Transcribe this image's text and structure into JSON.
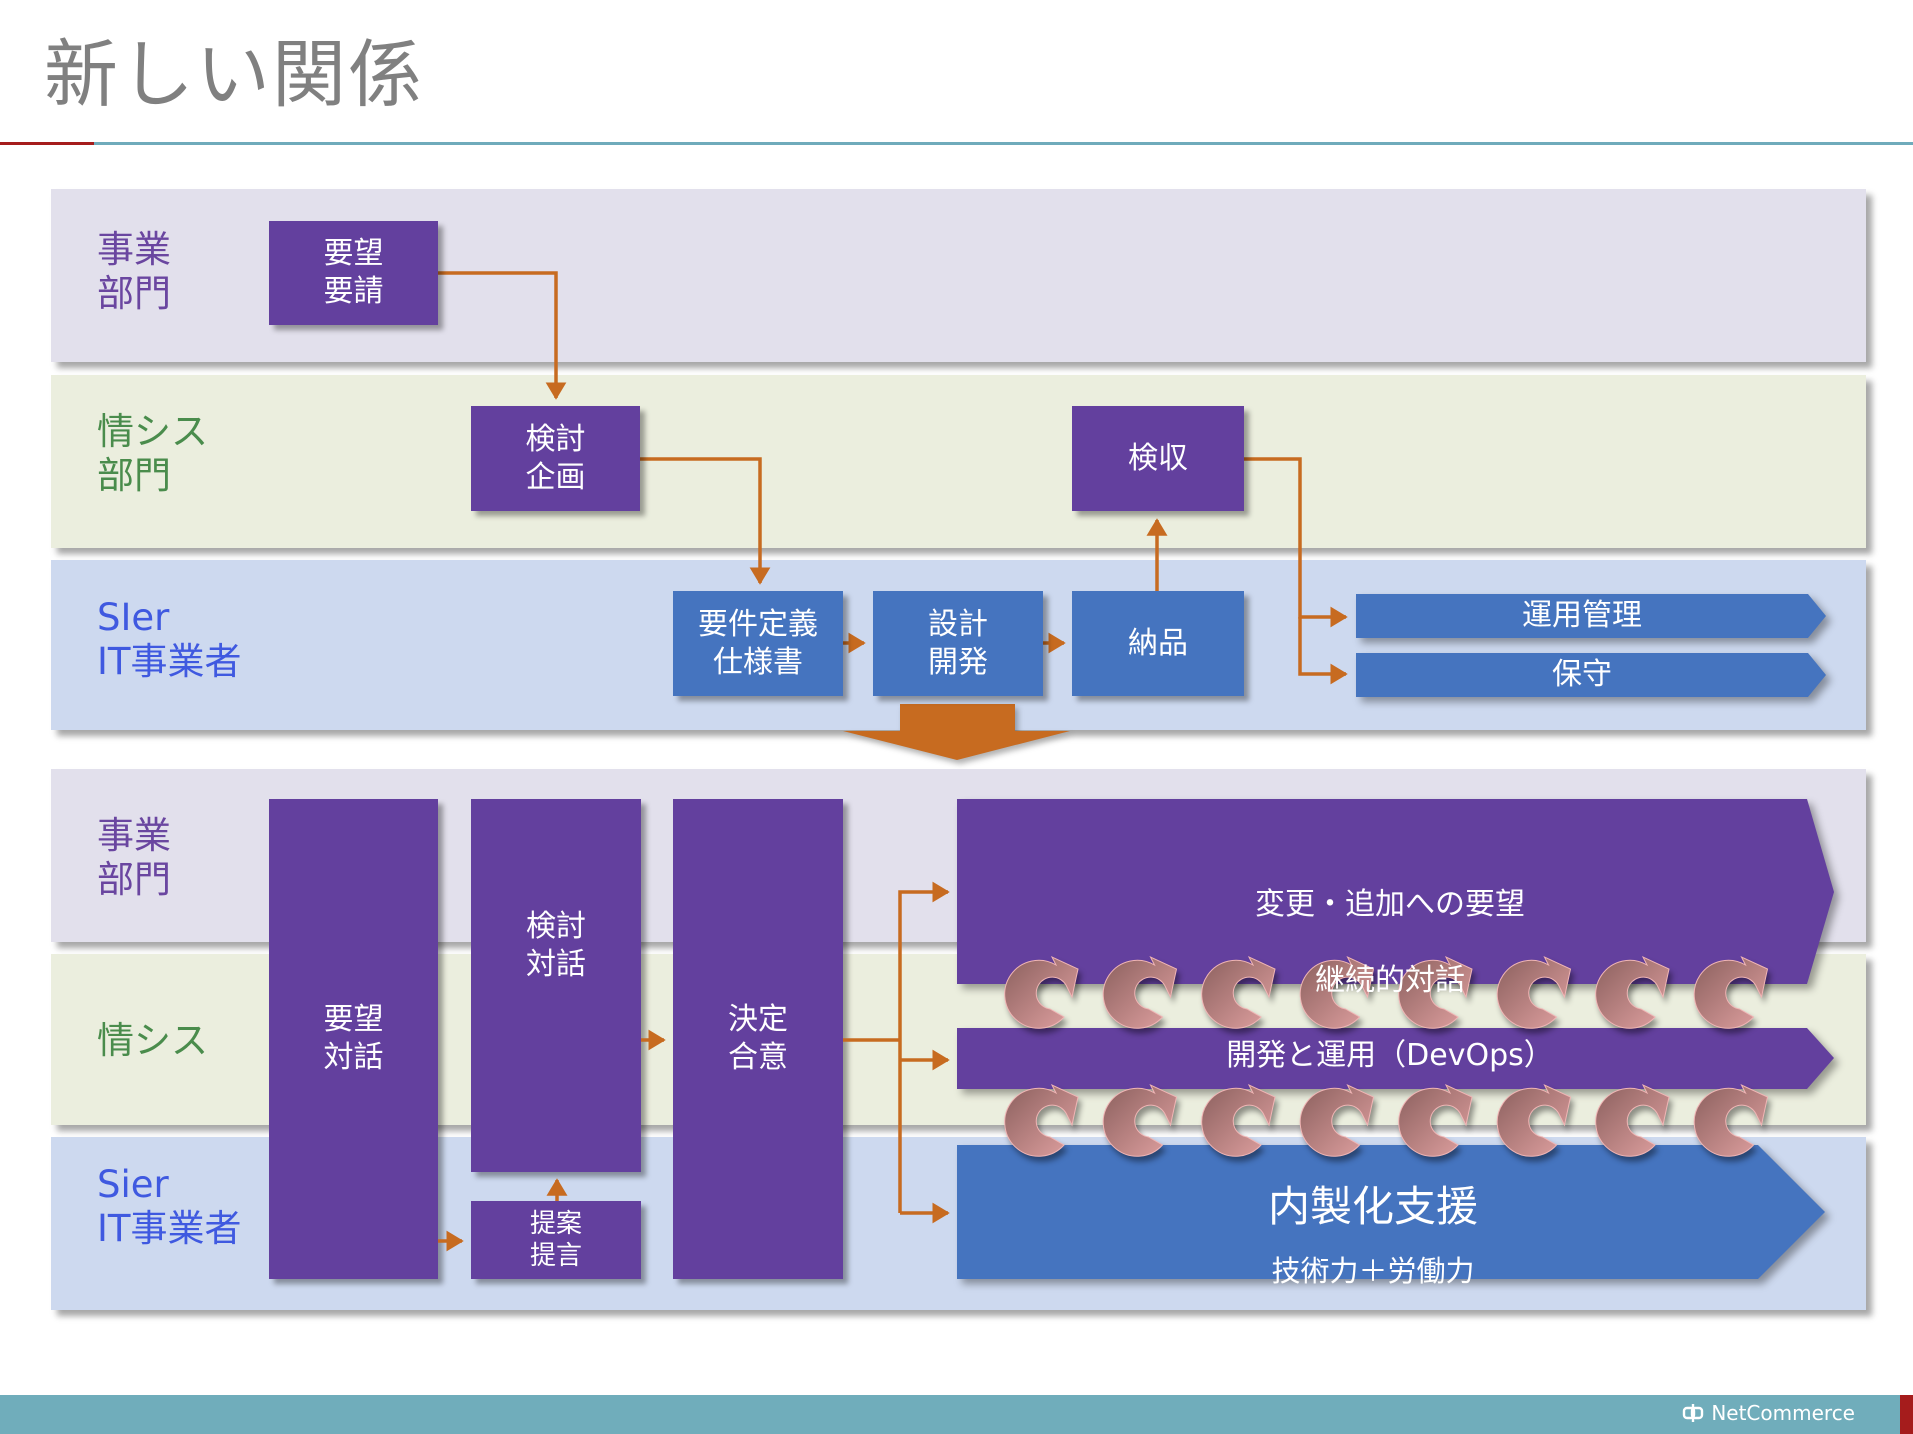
{
  "title": "新しい関係",
  "colors": {
    "purple": "#63409e",
    "blue": "#4574bf",
    "orange": "#c76b20",
    "lane_business": "#e2e0ec",
    "lane_is": "#ebeede",
    "lane_sier": "#cdd9ef",
    "cycle_arrow": "#c08a88",
    "footer": "#70adbb",
    "accent_red": "#a51c1c"
  },
  "before": {
    "lanes": [
      {
        "id": "business",
        "label": "事業\n部門"
      },
      {
        "id": "is",
        "label": "情シス\n部門"
      },
      {
        "id": "sier",
        "label": "SIer\nIT事業者"
      }
    ],
    "boxes": {
      "request": "要望\n要請",
      "planning": "検討\n企画",
      "acceptance": "検収",
      "requirements": "要件定義\n仕様書",
      "design_dev": "設計\n開発",
      "delivery": "納品"
    },
    "chevrons": {
      "operations": "運用管理",
      "maintenance": "保守"
    }
  },
  "transition_arrow": "down-arrow-icon",
  "after": {
    "lanes": [
      {
        "id": "business",
        "label": "事業\n部門"
      },
      {
        "id": "is",
        "label": "情シス"
      },
      {
        "id": "sier",
        "label": "Sier\nIT事業者"
      }
    ],
    "boxes": {
      "request_dialog": "要望\n対話",
      "review_dialog": "検討\n対話",
      "proposal": "提案\n提言",
      "decision": "決定\n合意"
    },
    "chevrons": {
      "continuous": {
        "line1": "変更・追加への要望",
        "line2": "継続的対話"
      },
      "devops": "開発と運用（DevOps）",
      "insourcing": {
        "line1": "内製化支援",
        "line2": "技術力＋労働力"
      }
    },
    "cycle_icons": {
      "icon": "cycle-arrow-icon",
      "rows": 2,
      "per_row": 8
    }
  },
  "footer": {
    "brand": "NetCommerce",
    "logo_icon": "netcommerce-logo-icon"
  }
}
